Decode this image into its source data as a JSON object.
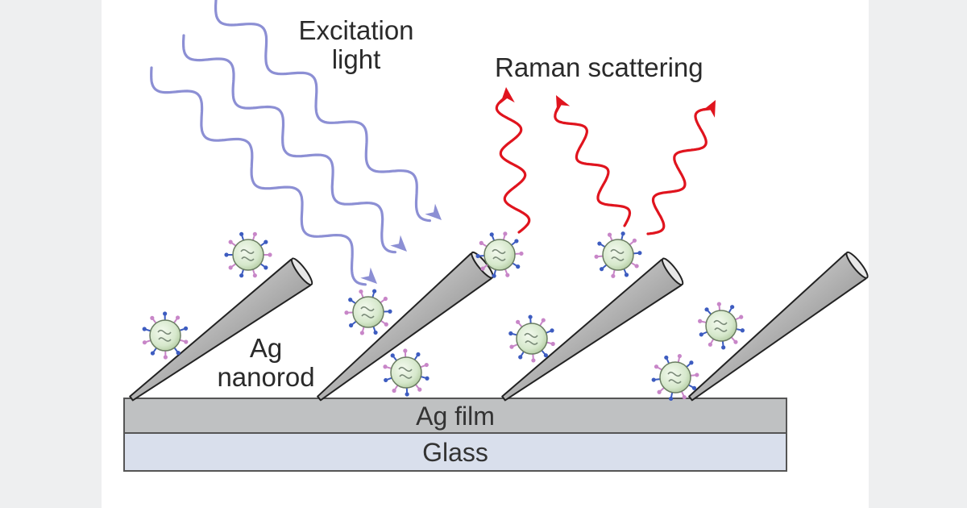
{
  "labels": {
    "excitation_line1": "Excitation",
    "excitation_line2": "light",
    "raman": "Raman scattering",
    "nanorod_line1": "Ag",
    "nanorod_line2": "nanorod",
    "film": "Ag film",
    "glass": "Glass"
  },
  "colors": {
    "excitation_wave": "#8c8fd4",
    "raman_wave": "#e0141e",
    "film_fill": "#bfc1c2",
    "glass_fill": "#d9dfec",
    "virus_fill": "#d6e8cc",
    "virus_spike_pink": "#c886c8",
    "virus_spike_blue": "#3d5cc0"
  },
  "icons": {
    "excitation": "wavy-arrow-icon",
    "raman": "wavy-arrow-icon",
    "virus": "virus-particle-icon"
  }
}
